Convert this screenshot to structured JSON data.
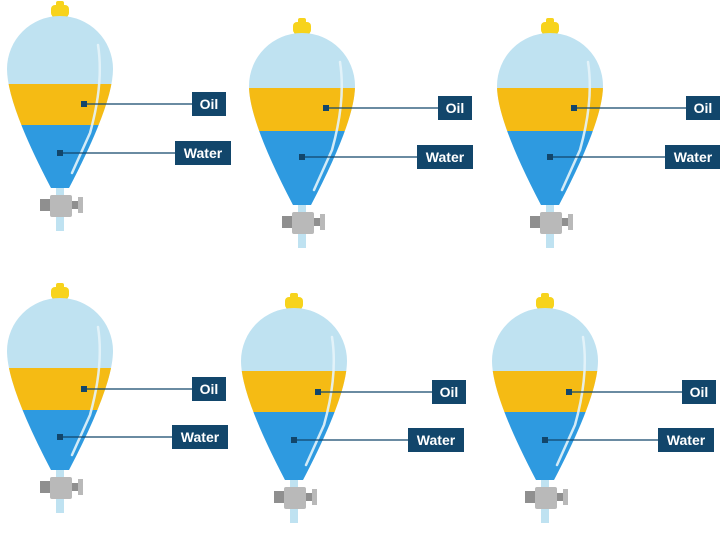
{
  "labels": {
    "oil": "Oil",
    "water": "Water"
  },
  "colors": {
    "glass": "#bfe2f1",
    "glass_highlight": "#e6f4fa",
    "oil": "#f5bb14",
    "water": "#2e9ae0",
    "stopper": "#f7d31c",
    "tap": "#b9b9b9",
    "tap_dark": "#8f8f8f",
    "label_box": "#12466b",
    "leader_line": "#12466b"
  },
  "funnels": [
    {
      "id": "funnel-1"
    },
    {
      "id": "funnel-2"
    },
    {
      "id": "funnel-3"
    },
    {
      "id": "funnel-4"
    },
    {
      "id": "funnel-5"
    },
    {
      "id": "funnel-6"
    }
  ]
}
